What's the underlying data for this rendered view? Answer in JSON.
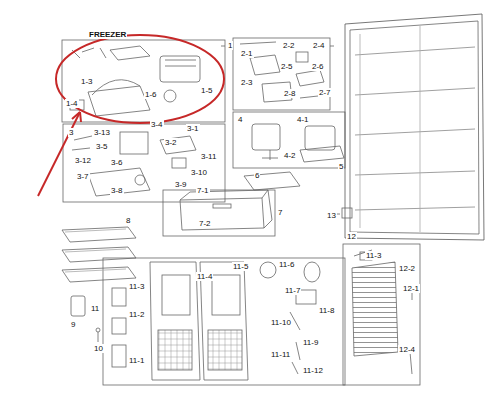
{
  "diagram": {
    "labels": [
      "FREEZER",
      "1",
      "1-3",
      "1-6",
      "1-5",
      "1-4",
      "2-2",
      "2-4",
      "2-1",
      "2-6",
      "2-5",
      "2-3",
      "2-8",
      "2-7",
      "3",
      "3-13",
      "3-5",
      "3-4",
      "3-1",
      "3-12",
      "3-2",
      "3-11",
      "3-6",
      "3-10",
      "3-9",
      "3-7",
      "3-8",
      "4",
      "4-1",
      "4-2",
      "5",
      "6",
      "7-1",
      "7",
      "7-2",
      "8",
      "13",
      "12",
      "11-3",
      "12-2",
      "12-1",
      "12-4",
      "11",
      "11-3",
      "11-2",
      "11-5",
      "11-4",
      "11-6",
      "11-7",
      "11-8",
      "11-10",
      "11-9",
      "11-11",
      "11-12",
      "11-1",
      "9",
      "10"
    ]
  }
}
